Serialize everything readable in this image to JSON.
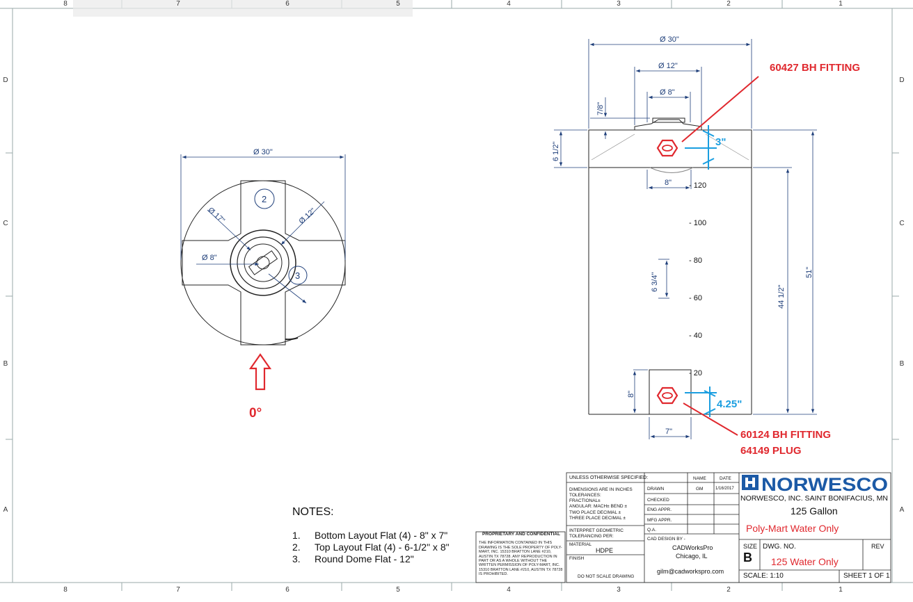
{
  "border": {
    "top_numbers": [
      "8",
      "7",
      "6",
      "5",
      "4",
      "3",
      "2",
      "1"
    ],
    "bottom_numbers": [
      "8",
      "7",
      "6",
      "5",
      "4",
      "3",
      "2",
      "1"
    ],
    "row_letters": [
      "D",
      "C",
      "B",
      "A"
    ]
  },
  "top_view": {
    "dia_outer": "Ø 30\"",
    "dia_17": "Ø 17\"",
    "dia_12": "Ø 12\"",
    "dia_8": "Ø 8\"",
    "balloon_2": "2",
    "balloon_3": "3",
    "zero_label": "0°"
  },
  "side_view": {
    "dia_30": "Ø 30\"",
    "dia_12": "Ø 12\"",
    "dia_8": "Ø 8\"",
    "dim_7_8": "7/8\"",
    "dim_6_half": "6 1/2\"",
    "dim_8_top": "8\"",
    "dim_6_3_4": "6 3/4\"",
    "dim_8_side": "8\"",
    "dim_7": "7\"",
    "dim_44_half": "44 1/2\"",
    "dim_51": "51\"",
    "gallon_marks": [
      "- 120",
      "- 100",
      "- 80",
      "- 60",
      "- 40",
      "- 20"
    ]
  },
  "annotations": {
    "fitting_top": "60427 BH FITTING",
    "fitting_bottom_1": "60124 BH FITTING",
    "fitting_bottom_2": "64149 PLUG",
    "dim_3": "3\"",
    "dim_4_25": "4.25\""
  },
  "notes": {
    "header": "NOTES:",
    "items": [
      {
        "num": "1.",
        "text": "Bottom Layout Flat (4) - 8\" x 7\""
      },
      {
        "num": "2.",
        "text": "Top Layout Flat (4) - 6-1/2\" x 8\""
      },
      {
        "num": "3.",
        "text": "Round Dome Flat - 12\""
      }
    ]
  },
  "proprietary": {
    "title": "PROPRIETARY AND CONFIDENTIAL",
    "body": "THE INFORMATION CONTAINED IN THIS DRAWING IS THE SOLE PROPERTY OF POLY-MART, INC. 15310 BRATTON LANE #210, AUSTIN TX 78728. ANY REPRODUCTION IN PART OR AS A WHOLE WITHOUT THE WRITTEN PERMISSION OF POLY-MART, INC. 15310 BRATTON LANE #210, AUSTIN TX 78728 IS PROHIBITED."
  },
  "title_block": {
    "unless_specified": "UNLESS OTHERWISE SPECIFIED:",
    "dims_in_inches": "DIMENSIONS ARE IN INCHES",
    "tolerances": "TOLERANCES:",
    "fractional": "FRACTIONAL±",
    "angular": "ANGULAR: MACH±   BEND ±",
    "two_place": "TWO PLACE DECIMAL   ±",
    "three_place": "THREE PLACE DECIMAL  ±",
    "interpret": "INTERPRET GEOMETRIC",
    "tolerancing": "TOLERANCING PER:",
    "material_label": "MATERIAL",
    "material_value": "HDPE",
    "finish_label": "FINISH",
    "do_not_scale": "DO NOT SCALE DRAWING",
    "name_hdr": "NAME",
    "date_hdr": "DATE",
    "drawn": "DRAWN",
    "drawn_name": "GM",
    "drawn_date": "1/16/2017",
    "checked": "CHECKED",
    "eng_appr": "ENG APPR.",
    "mfg_appr": "MFG APPR.",
    "qa": "Q.A.",
    "cad_design_by": "CAD DESIGN BY -",
    "cad_company": "CADWorksPro",
    "cad_city": "Chicago, IL",
    "cad_email": "gilm@cadworkspro.com",
    "logo_text": "NORWESCO",
    "company_line": "NORWESCO, INC.  SAINT BONIFACIUS, MN",
    "title": "125 Gallon",
    "subtitle": "Poly-Mart Water Only",
    "size_label": "SIZE",
    "size_value": "B",
    "dwg_no_label": "DWG.  NO.",
    "dwg_no_value": "125 Water Only",
    "rev_label": "REV",
    "scale": "SCALE: 1:10",
    "sheet": "SHEET 1 OF 1"
  },
  "colors": {
    "line": "#222222",
    "dimension": "#1f3f7a",
    "annotation_red": "#e0282e",
    "annotation_blue": "#1a9ee0",
    "logo_blue": "#1c5aa6"
  }
}
